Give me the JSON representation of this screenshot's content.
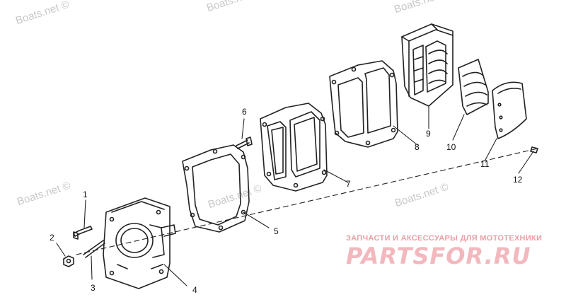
{
  "watermarks": [
    "Boats.net ©",
    "Boats.net ©",
    "Boats.net ©",
    "Boats.net ©",
    "Boats.net ©",
    "Boats.net ©"
  ],
  "callouts": [
    "1",
    "2",
    "3",
    "4",
    "5",
    "6",
    "7",
    "8",
    "9",
    "10",
    "11",
    "12"
  ],
  "brand": {
    "tagline": "ЗАПЧАСТИ И АКСЕССУАРЫ ДЛЯ МОТОТЕХНИКИ",
    "logo": "PARTSFOR.RU"
  },
  "colors": {
    "line": "#222222",
    "watermark": "#c8c8c8",
    "brand": "#f2b8bd"
  }
}
